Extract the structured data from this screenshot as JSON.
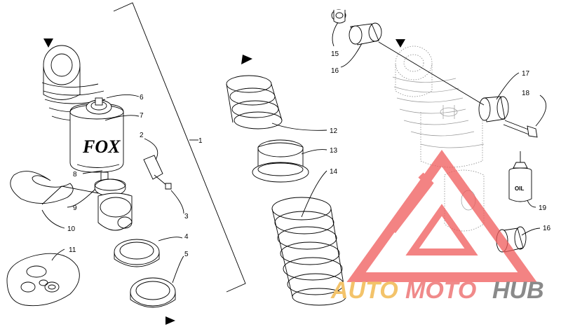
{
  "callouts": {
    "c1": "1",
    "c2": "2",
    "c3": "3",
    "c4": "4",
    "c5": "5",
    "c6": "6",
    "c7": "7",
    "c8": "8",
    "c9": "9",
    "c10": "10",
    "c11": "11",
    "c12": "12",
    "c13": "13",
    "c14": "14",
    "c15": "15",
    "c16a": "16",
    "c16b": "16",
    "c17": "17",
    "c18": "18",
    "c19": "19"
  },
  "labels": {
    "shock_brand": "FOX",
    "oil_bottle": "OIL"
  },
  "watermark": {
    "part1": "AUTO",
    "part2": "MOTO",
    "part3": "HUB",
    "color1": "#f3c36a",
    "color2": "#f08a8a",
    "color3": "#8a8a8a",
    "triangle_color": "#f05a5a"
  }
}
